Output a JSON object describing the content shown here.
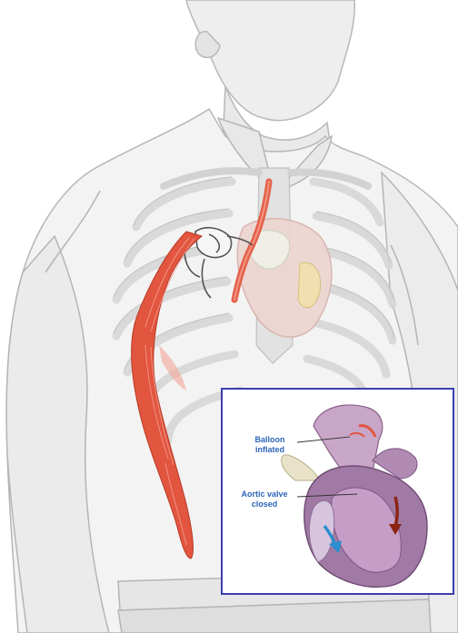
{
  "inset": {
    "callouts": [
      {
        "line1": "Balloon",
        "line2": "inflated"
      },
      {
        "line1": "Aortic valve",
        "line2": "closed"
      }
    ]
  },
  "colors": {
    "inset_border": "#3a3fae",
    "callout_text": "#2c66b8",
    "muscle": "#e2553f",
    "heart": "#9a6a95",
    "flow_arrow_dark": "#8b2512",
    "flow_arrow_blue": "#2b8fd0"
  }
}
